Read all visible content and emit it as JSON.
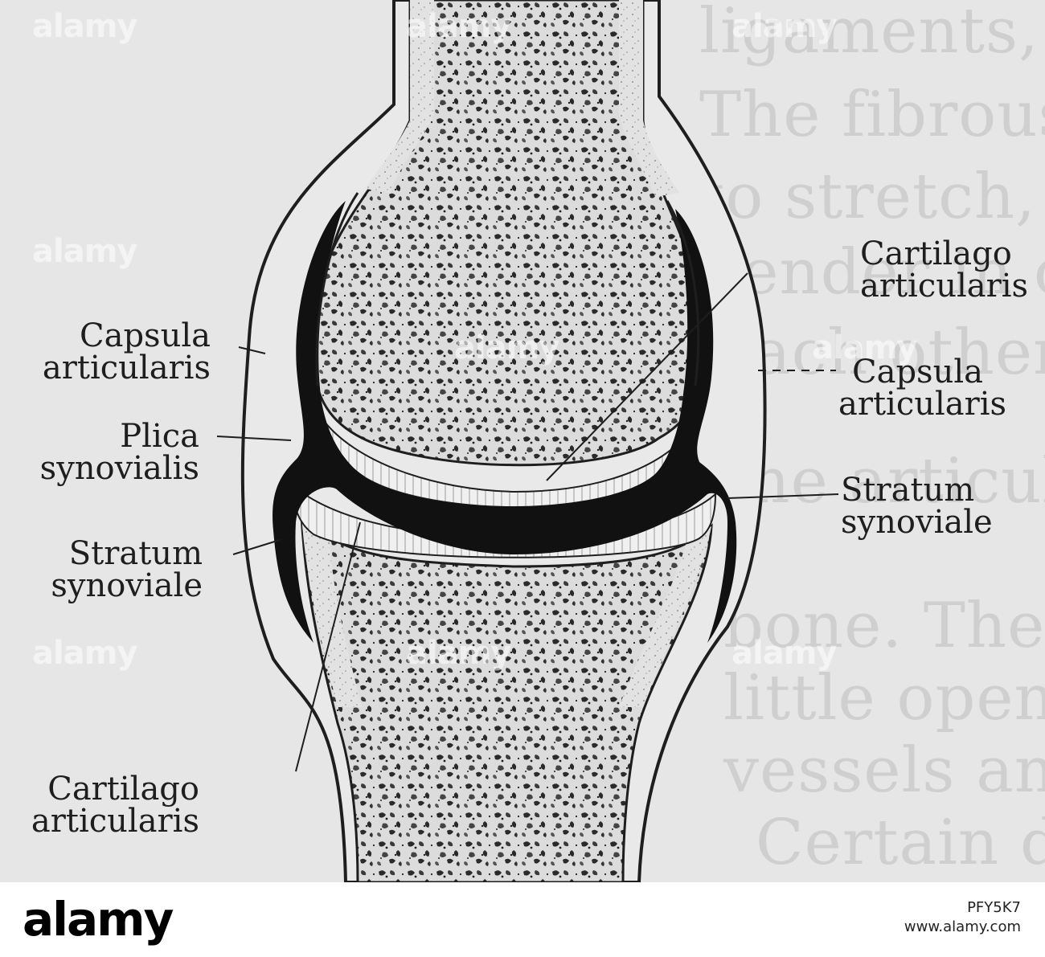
{
  "labels": {
    "cart_right_1": "Cartilago",
    "cart_right_2": "articularis",
    "caps_left_1": "Capsula",
    "caps_left_2": "articularis",
    "caps_right_1": "Capsula",
    "caps_right_2": "articularis",
    "plica_1": "Plica",
    "plica_2": "synovialis",
    "strat_right_1": "Stratum",
    "strat_right_2": "synoviale",
    "strat_left_1": "Stratum",
    "strat_left_2": "synoviale",
    "cart_left_1": "Cartilago",
    "cart_left_2": "articularis"
  },
  "background_text": [
    "ligaments, although still re",
    "The fibrous capsule is lined by",
    "to stretch, and the capsule",
    "tender in consequence of the",
    "each other.",
    "the articular cartilage",
    "bone. The capsule",
    "little open",
    "vessels and nerves",
    "Certain diarthroses"
  ],
  "watermark": {
    "brand": "alamy",
    "image_id": "PFY5K7",
    "url": "www.alamy.com"
  },
  "colors": {
    "paper": "#e6e6e6",
    "ink": "#1e1e1e",
    "cartilage": "#f2f2f2",
    "bone": "#d8d8d8"
  }
}
